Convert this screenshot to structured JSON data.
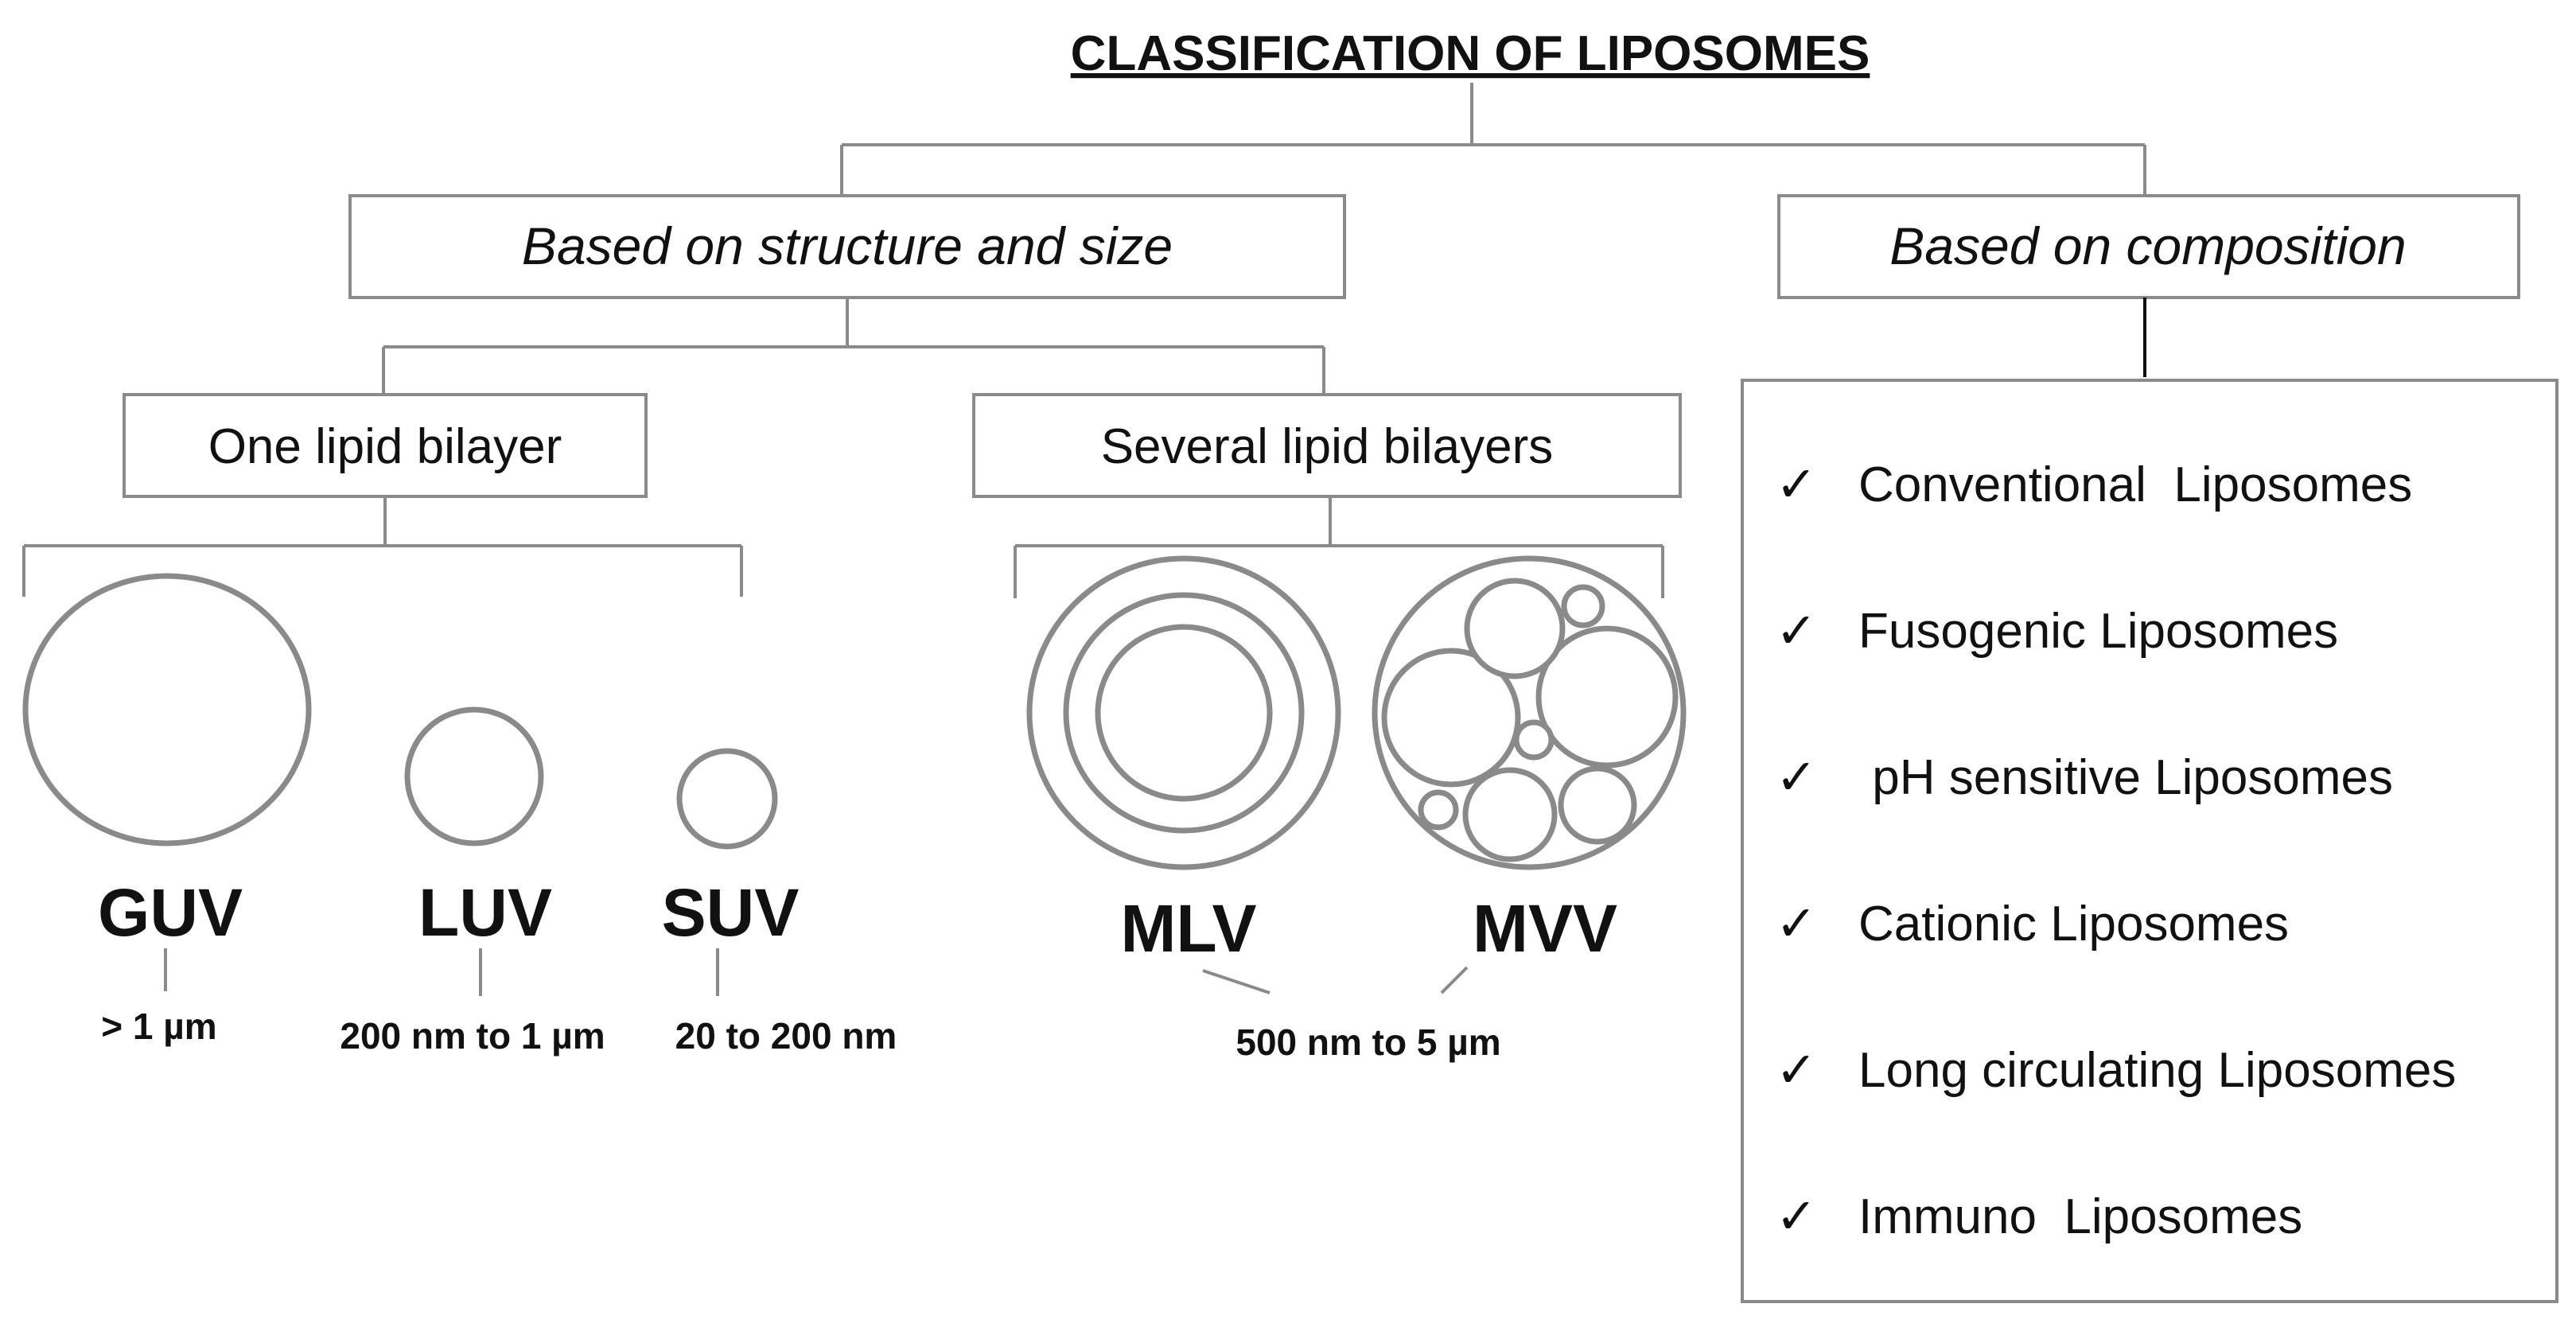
{
  "title": "CLASSIFICATION  OF LIPOSOMES",
  "categories": {
    "structure": "Based on structure and size",
    "composition": "Based on composition"
  },
  "structure": {
    "one_bilayer": "One lipid bilayer",
    "several_bilayers": "Several lipid bilayers",
    "types": {
      "guv": {
        "name": "GUV",
        "size": "> 1 µm"
      },
      "luv": {
        "name": "LUV",
        "size": "200 nm to 1 µm"
      },
      "suv": {
        "name": "SUV",
        "size": "20 to 200 nm"
      },
      "mlv": {
        "name": "MLV"
      },
      "mvv": {
        "name": "MVV"
      },
      "multi_size": "500 nm to 5 µm"
    }
  },
  "composition": {
    "check_glyph": "✓",
    "items": [
      "Conventional  Liposomes",
      "Fusogenic Liposomes",
      " pH sensitive Liposomes",
      "Cationic Liposomes",
      "Long circulating Liposomes",
      "Immuno  Liposomes"
    ]
  },
  "colors": {
    "line": "#8a8a8a",
    "text": "#111111"
  }
}
